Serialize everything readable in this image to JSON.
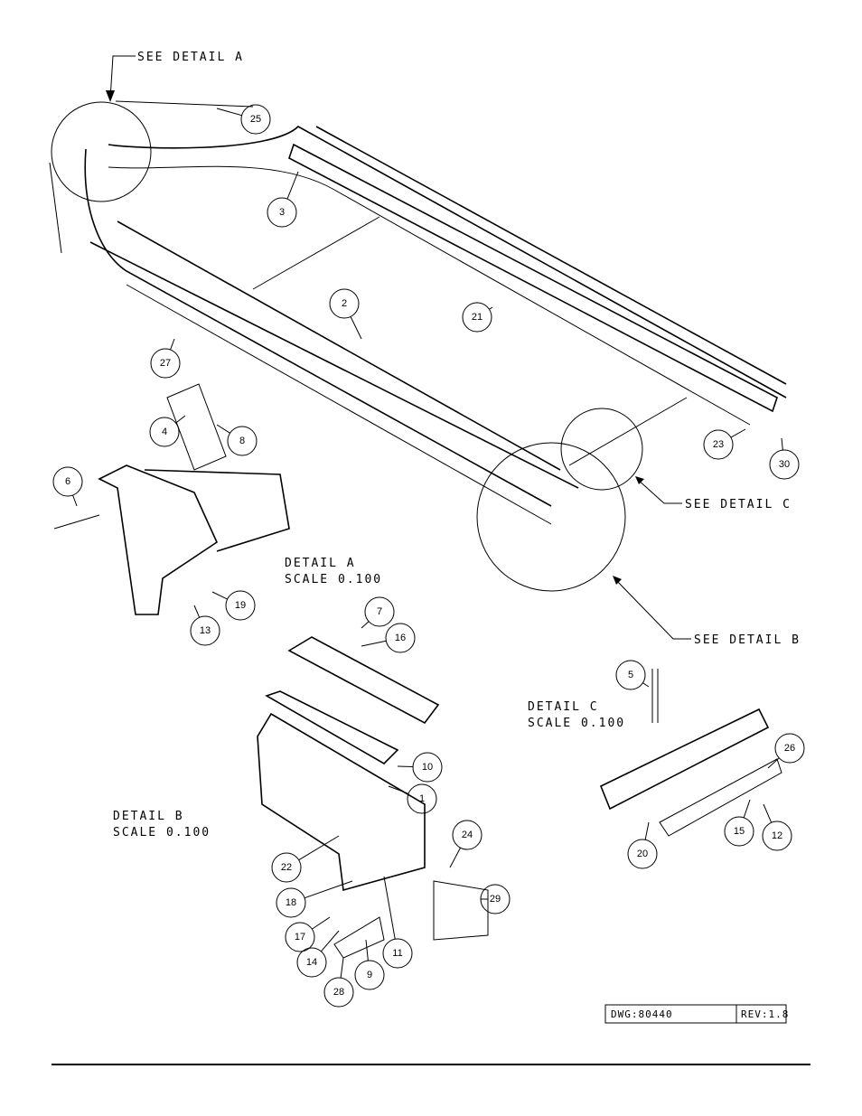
{
  "callouts": {
    "see_detail_a": "SEE DETAIL A",
    "see_detail_b": "SEE DETAIL B",
    "see_detail_c": "SEE DETAIL C"
  },
  "details": {
    "a": {
      "title": "DETAIL A",
      "scale": "SCALE 0.100"
    },
    "b": {
      "title": "DETAIL B",
      "scale": "SCALE 0.100"
    },
    "c": {
      "title": "DETAIL C",
      "scale": "SCALE 0.100"
    }
  },
  "balloons": [
    "25",
    "3",
    "2",
    "21",
    "27",
    "4",
    "8",
    "6",
    "19",
    "13",
    "7",
    "16",
    "23",
    "30",
    "5",
    "26",
    "10",
    "1",
    "24",
    "22",
    "29",
    "18",
    "17",
    "14",
    "11",
    "9",
    "28",
    "15",
    "12",
    "20"
  ],
  "title_block": {
    "drawing": "DWG:80440",
    "revision": "REV:1.8"
  }
}
